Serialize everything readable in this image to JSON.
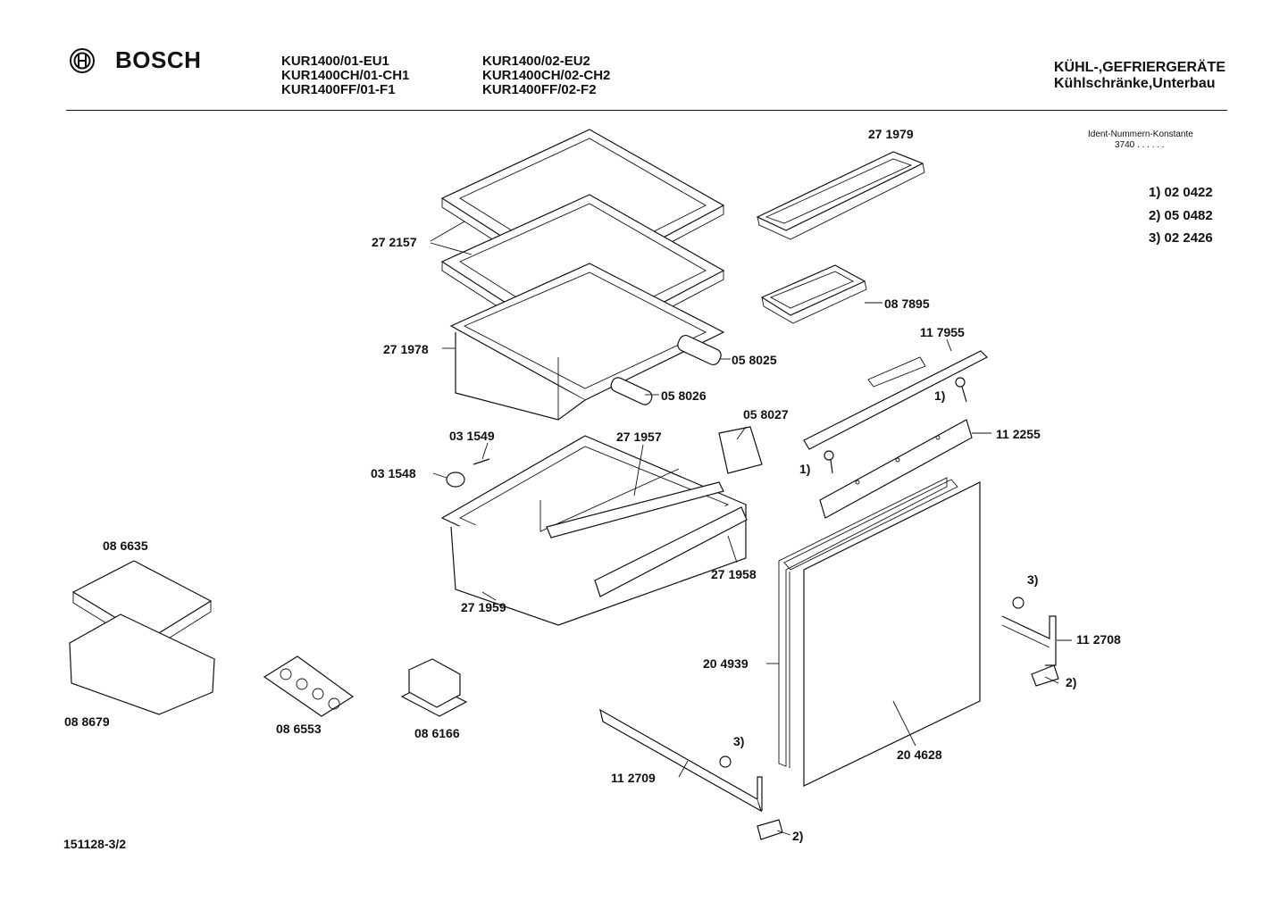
{
  "header": {
    "brand": "BOSCH",
    "models_col1": [
      "KUR1400/01-EU1",
      "KUR1400CH/01-CH1",
      "KUR1400FF/01-F1"
    ],
    "models_col2": [
      "KUR1400/02-EU2",
      "KUR1400CH/02-CH2",
      "KUR1400FF/02-F2"
    ],
    "category_line1": "KÜHL-,GEFRIERGERÄTE",
    "category_line2": "Kühlschränke,Unterbau"
  },
  "ident": {
    "label": "Ident-Nummern-Konstante",
    "value": "3740  . .   . . . ."
  },
  "notes": [
    {
      "key": "1)",
      "value": "02 0422"
    },
    {
      "key": "2)",
      "value": "05 0482"
    },
    {
      "key": "3)",
      "value": "02 2426"
    }
  ],
  "parts": {
    "p271979": "27 1979",
    "p272157": "27 2157",
    "p087895": "08 7895",
    "p271978": "27 1978",
    "p058025": "05 8025",
    "p117955": "11 7955",
    "p058026": "05 8026",
    "n1a": "1)",
    "p058027": "05 8027",
    "p112255": "11 2255",
    "p031549": "03 1549",
    "p271957": "27 1957",
    "p031548": "03 1548",
    "n1b": "1)",
    "p086635": "08 6635",
    "p271958": "27 1958",
    "n3a": "3)",
    "p271959": "27 1959",
    "p112708": "11 2708",
    "p204939": "20 4939",
    "n2a": "2)",
    "p088679": "08 8679",
    "p086553": "08 6553",
    "p086166": "08 6166",
    "n3b": "3)",
    "p204628": "20 4628",
    "p112709": "11 2709",
    "n2b": "2)"
  },
  "footer": {
    "docnum": "151128-3/2"
  }
}
